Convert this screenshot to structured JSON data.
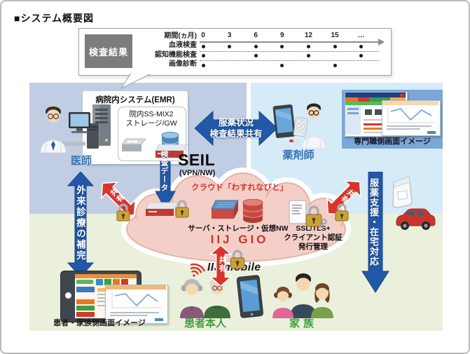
{
  "title": "■システム概要図",
  "exam_callout": {
    "label": "検査結果",
    "period_label": "期間(ヵ月)",
    "columns": [
      "0",
      "3",
      "6",
      "9",
      "12",
      "15",
      "…"
    ],
    "rows": [
      {
        "label": "血液検査",
        "marks": [
          1,
          1,
          1,
          1,
          1,
          1,
          1
        ]
      },
      {
        "label": "認知機能検査",
        "marks": [
          1,
          0,
          1,
          0,
          1,
          0,
          1
        ]
      },
      {
        "label": "画像診断",
        "marks": [
          1,
          0,
          0,
          1,
          0,
          1,
          0
        ]
      }
    ]
  },
  "hospital": {
    "system_title": "病院内システム(EMR)",
    "storage_line1": "院内SS-MIX2",
    "storage_line2": "ストレージ/GW",
    "doctor": "医師"
  },
  "network": {
    "seil": "SEIL",
    "seil_sub": "(VPN/NW)",
    "exam_data": "検査データ"
  },
  "share_arrow": {
    "line1": "服薬状況",
    "line2": "検査結果共有"
  },
  "pharmacy": {
    "pharmacist": "薬剤師",
    "screen_caption": "専門職側画面イメージ"
  },
  "cloud": {
    "title": "クラウド「わすれなびと」",
    "infra": "サーバ・ストレージ・仮想NW",
    "gio_logo": "IIJ GIO",
    "ssl1": "SSL/TLS+",
    "ssl2": "クライアント認証",
    "ssl3": "発行管理",
    "share": "共有"
  },
  "left_flow": "外来診療の補完",
  "right_flow": "服薬支援・在宅対応",
  "home": {
    "mobile_logo": "IIJ mobile",
    "patient": "患者本人",
    "family": "家族",
    "screen_caption": "患者・家族側画面イメージ"
  },
  "colors": {
    "panel_left": "#c1cde2",
    "panel_right": "#d6ebf8",
    "panel_green": "#eaf0dc",
    "cloud_pink": "#f4cfc8",
    "arrow_blue": "#2258a8",
    "arrow_red": "#d7352c",
    "label_blue": "#3573b4",
    "label_green": "#3fa037",
    "screen_panel": "#7ba7d6"
  }
}
